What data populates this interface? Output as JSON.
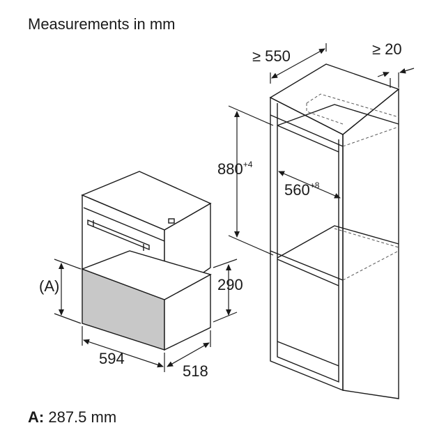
{
  "title": "Measurements in mm",
  "cabinet": {
    "depth_label": "≥ 550",
    "gap_label": "≥ 20",
    "niche_height": {
      "value": "880",
      "tolerance": "+4"
    },
    "niche_width": {
      "value": "560",
      "tolerance": "+8"
    }
  },
  "appliance": {
    "drawer_height_label": "(A)",
    "height_label": "290",
    "width_label": "594",
    "depth_label": "518"
  },
  "footnote": {
    "key": "A:",
    "text": "287.5 mm"
  },
  "colors": {
    "line": "#1a1a1a",
    "drawer_fill": "#c8c8c8",
    "dashed": "#555555"
  }
}
